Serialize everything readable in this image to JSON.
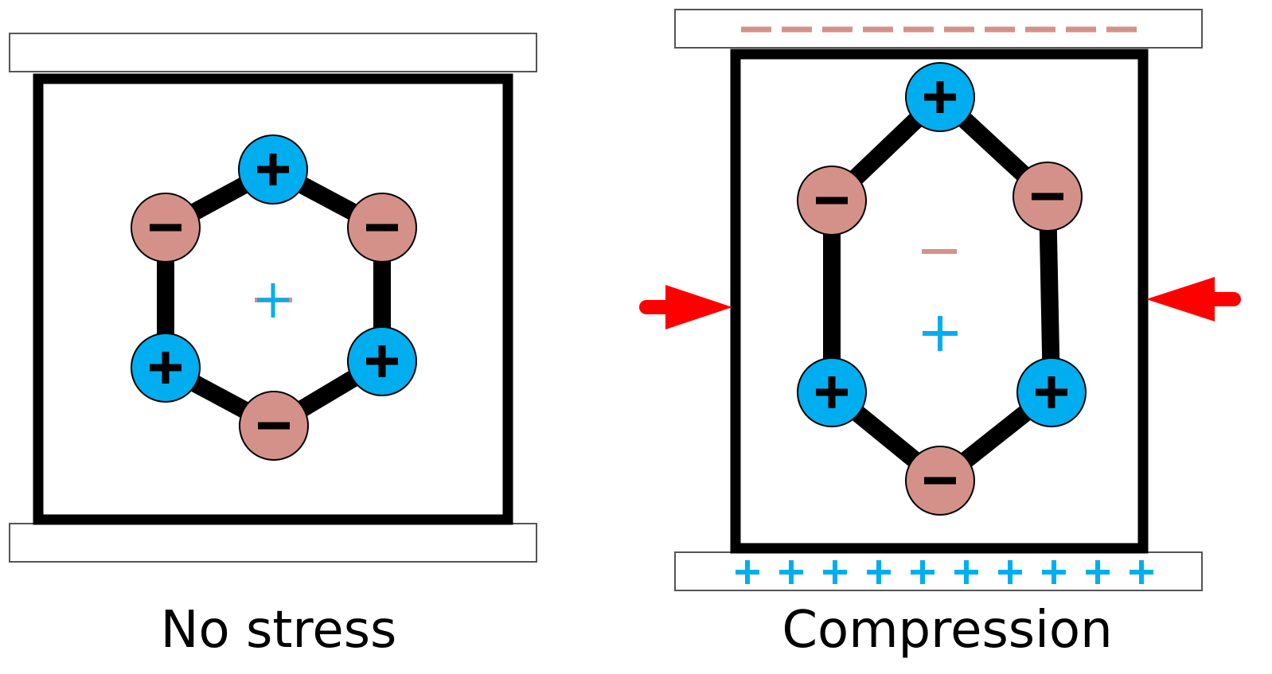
{
  "panels": [
    {
      "id": "no-stress",
      "caption": "No stress",
      "atoms": [
        "+",
        "−",
        "−",
        "+",
        "+",
        "−"
      ],
      "center_charges": [
        "−",
        "+"
      ],
      "top_plate_charges": [],
      "bottom_plate_charges": [],
      "force_arrows": false
    },
    {
      "id": "compression",
      "caption": "Compression",
      "atoms": [
        "+",
        "−",
        "−",
        "+",
        "+",
        "−"
      ],
      "center_charges": [
        "−",
        "+"
      ],
      "top_plate_charges": [
        "−",
        "−",
        "−",
        "−",
        "−",
        "−",
        "−",
        "−",
        "−",
        "−"
      ],
      "bottom_plate_charges": [
        "+",
        "+",
        "+",
        "+",
        "+",
        "+",
        "+",
        "+",
        "+",
        "+"
      ],
      "force_arrows": true
    }
  ],
  "colors": {
    "positive": "#00aeef",
    "negative": "#d4918a",
    "bond": "#000000",
    "frame": "#000000",
    "plate_stroke": "#555555",
    "plate_fill": "#ffffff",
    "arrow": "#ff0000"
  }
}
